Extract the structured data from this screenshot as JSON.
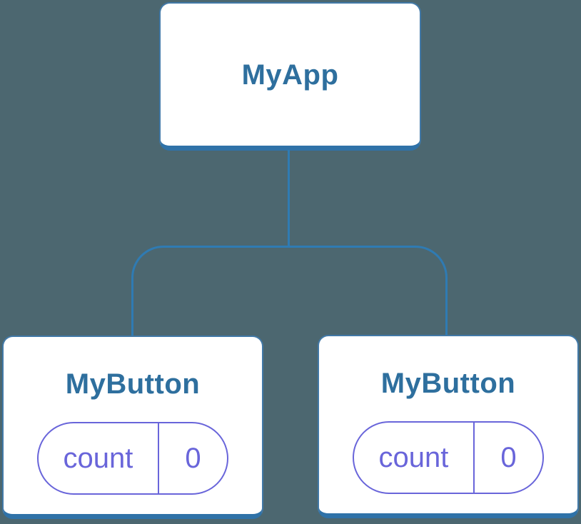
{
  "colors": {
    "background": "#4C6770",
    "connector_blue": "#2F7BB3",
    "node_border_blue": "#4279A7",
    "node_bottom_edge_blue": "#2F72A8",
    "node_label_blue": "#2E6F9E",
    "state_purple": "#6965DA",
    "node_fill": "#FFFFFF"
  },
  "tree": {
    "root": {
      "label": "MyApp"
    },
    "children": [
      {
        "label": "MyButton",
        "state": {
          "key": "count",
          "value": "0"
        }
      },
      {
        "label": "MyButton",
        "state": {
          "key": "count",
          "value": "0"
        }
      }
    ]
  }
}
